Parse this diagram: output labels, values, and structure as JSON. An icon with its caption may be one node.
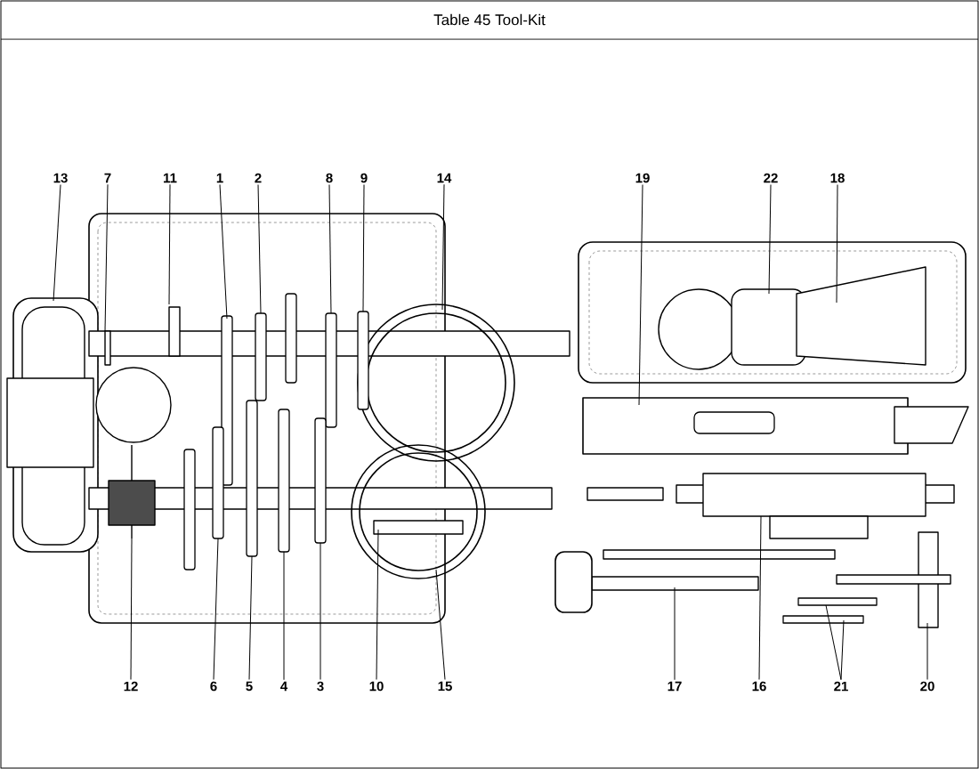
{
  "diagram": {
    "title": "Table 45 Tool-Kit",
    "nodes": [
      {
        "text": [
          "13"
        ]
      },
      {
        "text": [
          "7"
        ]
      },
      {
        "text": [
          "11"
        ]
      },
      {
        "text": [
          "1"
        ]
      },
      {
        "text": [
          "2"
        ]
      },
      {
        "text": [
          "8"
        ]
      },
      {
        "text": [
          "9"
        ]
      },
      {
        "text": [
          "14"
        ]
      },
      {
        "text": [
          "19"
        ]
      },
      {
        "text": [
          "22"
        ]
      },
      {
        "text": [
          "18"
        ]
      },
      {
        "text": [
          "12"
        ]
      },
      {
        "text": [
          "6"
        ]
      },
      {
        "text": [
          "5"
        ]
      },
      {
        "text": [
          "4"
        ]
      },
      {
        "text": [
          "3"
        ]
      },
      {
        "text": [
          "10"
        ]
      },
      {
        "text": [
          "15"
        ]
      },
      {
        "text": [
          "17"
        ]
      },
      {
        "text": [
          "16"
        ]
      },
      {
        "text": [
          "21"
        ]
      },
      {
        "text": [
          "20"
        ]
      }
    ],
    "edges": [
      {
        "from": 0,
        "to": null,
        "arrow": "none"
      },
      {
        "from": 1,
        "to": null,
        "arrow": "none"
      },
      {
        "from": 2,
        "to": null,
        "arrow": "none"
      },
      {
        "from": 3,
        "to": null,
        "arrow": "none"
      },
      {
        "from": 4,
        "to": null,
        "arrow": "none"
      },
      {
        "from": 5,
        "to": null,
        "arrow": "none"
      },
      {
        "from": 6,
        "to": null,
        "arrow": "none"
      },
      {
        "from": 7,
        "to": null,
        "arrow": "none"
      },
      {
        "from": 8,
        "to": null,
        "arrow": "none"
      },
      {
        "from": 9,
        "to": null,
        "arrow": "none"
      },
      {
        "from": 10,
        "to": null,
        "arrow": "none"
      },
      {
        "from": 11,
        "to": null,
        "arrow": "none"
      },
      {
        "from": 12,
        "to": null,
        "arrow": "none"
      },
      {
        "from": 13,
        "to": null,
        "arrow": "none"
      },
      {
        "from": 14,
        "to": null,
        "arrow": "none"
      },
      {
        "from": 15,
        "to": null,
        "arrow": "none"
      },
      {
        "from": 16,
        "to": null,
        "arrow": "none"
      },
      {
        "from": 17,
        "to": null,
        "arrow": "none"
      },
      {
        "from": 18,
        "to": null,
        "arrow": "none"
      },
      {
        "from": 19,
        "to": null,
        "arrow": "none"
      },
      {
        "from": 20,
        "to": null,
        "arrow": "none"
      },
      {
        "from": 20,
        "to": null,
        "arrow": "none"
      },
      {
        "from": 21,
        "to": null,
        "arrow": "none"
      }
    ]
  }
}
